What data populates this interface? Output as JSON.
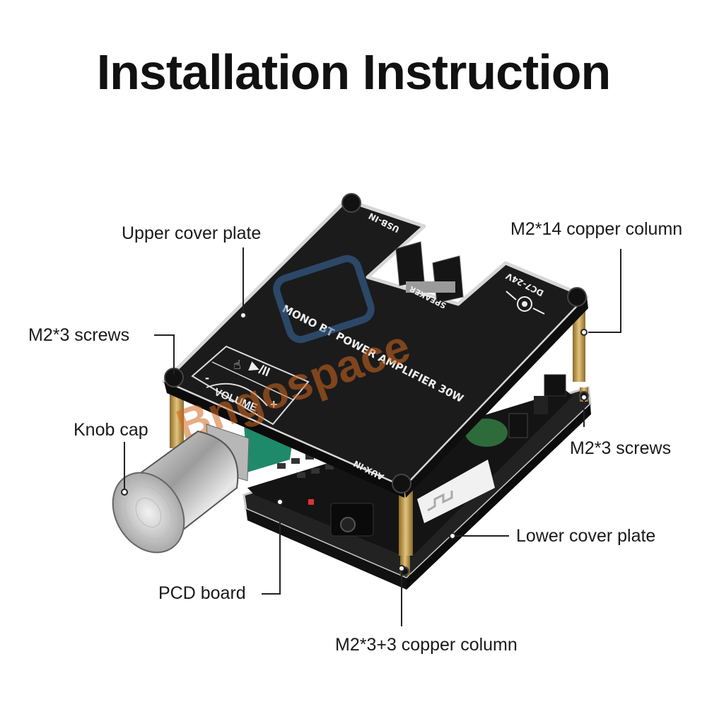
{
  "title": "Installation Instruction",
  "labels": {
    "upper_cover_plate": "Upper cover plate",
    "m2x14_copper_column": "M2*14 copper column",
    "m2x3_screws_left": "M2*3 screws",
    "m2x3_screws_right": "M2*3 screws",
    "knob_cap": "Knob cap",
    "lower_cover_plate": "Lower cover plate",
    "pcd_board": "PCD board",
    "m2x3_3_copper_column": "M2*3+3  copper column"
  },
  "device": {
    "panel_title": "MONO BT POWER AMPLIFIER 30W",
    "usb_label": "USB-IN",
    "speaker_label": "SPEAKER",
    "dc_label": "DC7-24V",
    "aux_label": "AUX-IN",
    "volume_label": "VOLUME",
    "volume_minus": "-",
    "volume_plus": "+",
    "play_pause": "▶/II"
  },
  "watermark": "Bngospace",
  "colors": {
    "device_dark": "#1b1b1c",
    "board_green": "#1f8a6a",
    "brass": "#c9a24a",
    "watermark": "#d2691e"
  }
}
